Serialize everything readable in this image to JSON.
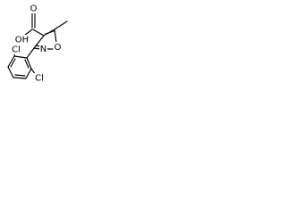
{
  "molecule": {
    "atoms": {
      "carboxyl_oxygen": "O",
      "hydroxyl": "OH",
      "ring_oxygen": "O",
      "ring_nitrogen": "N",
      "chlorine_top": "Cl",
      "chlorine_bottom": "Cl"
    }
  }
}
